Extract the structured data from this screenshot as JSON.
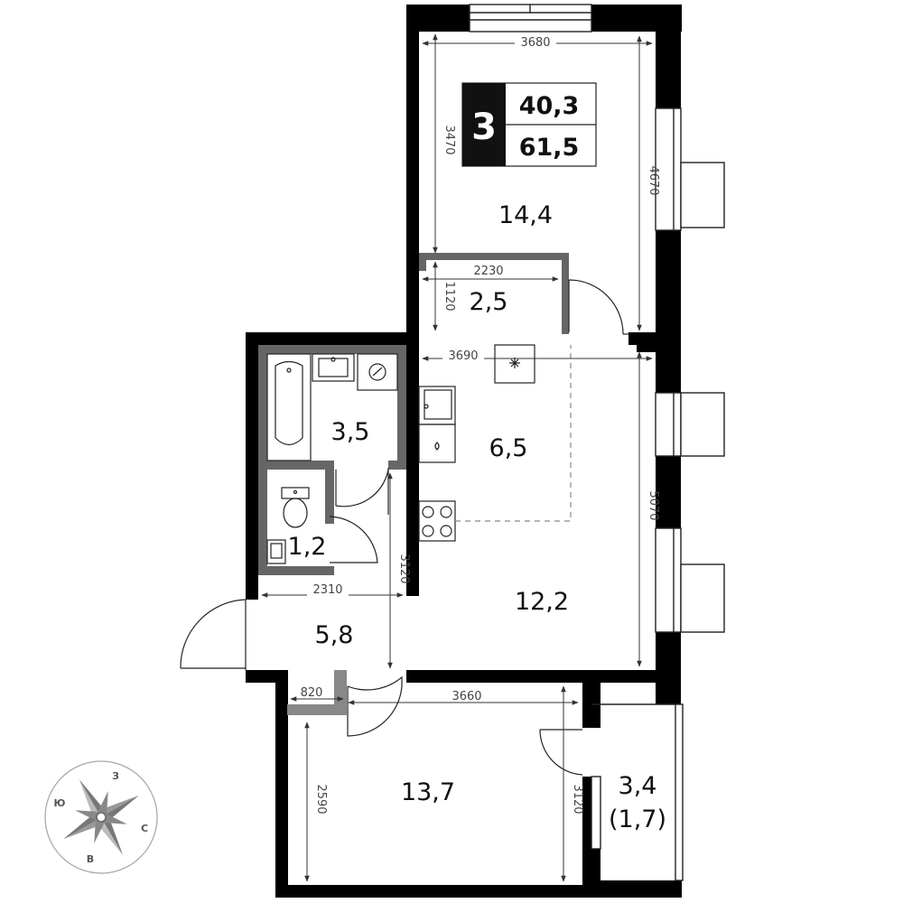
{
  "badge": {
    "rooms": "3",
    "living_area": "40,3",
    "total_area": "61,5"
  },
  "rooms": {
    "room_top": "14,4",
    "storage": "2,5",
    "bathroom": "3,5",
    "toilet": "1,2",
    "kitchen": "6,5",
    "living": "12,2",
    "hall": "5,8",
    "room_bottom": "13,7",
    "balcony": "3,4",
    "balcony_reduced": "(1,7)"
  },
  "dimensions": {
    "top_width": "3680",
    "top_height": "3470",
    "top_right_height": "4670",
    "storage_width": "2230",
    "storage_height": "1120",
    "kitchen_width": "3690",
    "living_height": "5070",
    "hall_width": "2310",
    "hall_height": "3120",
    "bottom_small": "820",
    "bottom_width": "3660",
    "bottom_height": "2590",
    "balcony_height": "3120"
  },
  "compass": {
    "north": "С",
    "south": "Ю",
    "west": "З",
    "east": "В"
  }
}
